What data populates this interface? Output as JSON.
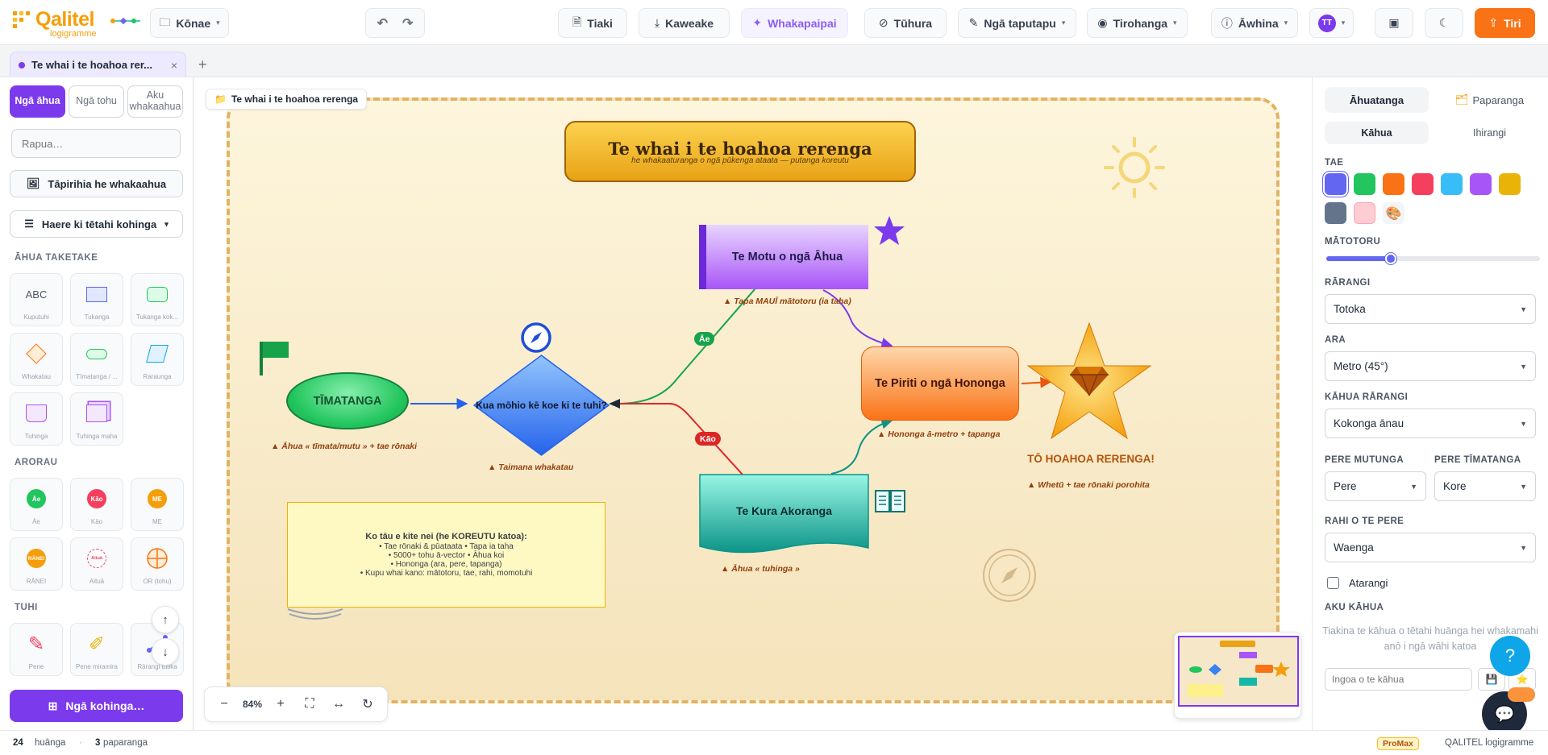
{
  "app": {
    "brand": "Qalitel",
    "brand_sub": "logigramme",
    "footer_brand": "QALITEL logigramme",
    "plan_badge": "ProMax"
  },
  "toolbar": {
    "folders": "Kōnae",
    "save": "Tiaki",
    "download": "Kaweake",
    "ai": "Whakapaipai",
    "check": "Tūhura",
    "edit": "Ngā taputapu",
    "view": "Tirohanga",
    "help": "Āwhina",
    "avatar_initials": "TT",
    "share": "Tiri"
  },
  "tabs": [
    {
      "label": "Te whai i te hoahoa rer..."
    }
  ],
  "left": {
    "segments": [
      "Ngā āhua",
      "Ngā tohu",
      "Aku whakaahua"
    ],
    "search_placeholder": "Rapua…",
    "import_image": "Tāpirihia he whakaahua",
    "goto": "Haere ki tētahi kohinga",
    "section_basic": "ĀHUA TAKETAKE",
    "basic_tiles": [
      {
        "label": "Kuputuhi",
        "glyph": "ABC"
      },
      {
        "label": "Tukanga"
      },
      {
        "label": "Tukanga kok..."
      },
      {
        "label": "Whakatau"
      },
      {
        "label": "Tīmatanga / ..."
      },
      {
        "label": "Raraunga"
      },
      {
        "label": "Tuhinga"
      },
      {
        "label": "Tuhinga maha"
      }
    ],
    "section_logic": "ARORAU",
    "logic_tiles": [
      {
        "label": "Āe",
        "glyph": "Āe"
      },
      {
        "label": "Kāo",
        "glyph": "Kāo"
      },
      {
        "label": "ME",
        "glyph": "ME"
      },
      {
        "label": "RĀNEI",
        "glyph": "RĀNEI"
      },
      {
        "label": "Aituā",
        "glyph": "Aituā"
      },
      {
        "label": "OR (tohu)"
      }
    ],
    "section_draw": "TUHI",
    "draw_tiles": [
      {
        "label": "Pene"
      },
      {
        "label": "Pene miramira"
      },
      {
        "label": "Rārangi tūtika"
      }
    ],
    "more_shapes": "Ngā kohinga…"
  },
  "canvas": {
    "frame_label": "Te whai i te hoahoa rerenga",
    "title": "Te whai i te hoahoa rerenga",
    "subtitle": "he whakaaturanga o ngā pūkenga ataata — putanga koreutu",
    "nodes": {
      "start": "TĪMATANGA",
      "decision": "Kua mōhio kē koe ki te tuhi?",
      "island": "Te Motu o ngā Āhua",
      "bridge": "Te Piriti o ngā Hononga",
      "school": "Te Kura Akoranga",
      "end": "TŌ HOAHOA RERENGA!"
    },
    "captions": {
      "start": "▲ Āhua « tīmata/mutu » + tae rōnaki",
      "decision": "▲ Taimana whakatau",
      "island": "▲ Tapa MAUĪ mātotoru (ia taha)",
      "bridge": "▲ Hononga ā-metro + tapanga",
      "school": "▲ Āhua « tuhinga »",
      "end": "▲ Whetū + tae rōnaki porohita"
    },
    "edge_labels": {
      "yes": "Āe",
      "no": "Kāo"
    },
    "note": {
      "heading": "Ko tāu e kite nei (he KOREUTU katoa):",
      "lines": [
        "• Tae rōnaki & pūataata • Tapa ia taha",
        "• 5000+ tohu ā-vector • Āhua koi",
        "• Hononga (ara, pere, tapanga)",
        "• Kupu whai kano: mātotoru, tae, rahi, momotuhi"
      ]
    },
    "zoom": "84%"
  },
  "right": {
    "tabs": [
      "Āhuatanga",
      "Paparanga"
    ],
    "subtabs": [
      "Kāhua",
      "Ihirangi"
    ],
    "color_label": "TAE",
    "colors": [
      "#6366f1",
      "#22c55e",
      "#f97316",
      "#f43f5e",
      "#38bdf8",
      "#a855f7",
      "#eab308",
      "#64748b",
      "#fecdd3"
    ],
    "thickness_label": "MĀTOTORU",
    "thickness_value": 0.3,
    "line_label": "RĀRANGI",
    "line_value": "Totoka",
    "path_label": "ARA",
    "path_value": "Metro (45°)",
    "style_label": "KĀHUA RĀRANGI",
    "style_value": "Kokonga ānau",
    "end_arrow_label": "PERE MUTUNGA",
    "end_arrow_value": "Pere",
    "start_arrow_label": "PERE TĪMATANGA",
    "start_arrow_value": "Kore",
    "arrow_size_label": "RAHI O TE PERE",
    "arrow_size_value": "Waenga",
    "animated_label": "Atarangi",
    "my_styles_label": "AKU KĀHUA",
    "my_styles_help": "Tiakina te kāhua o tētahi huānga hei whakamahi anō i ngā wāhi katoa",
    "style_name_placeholder": "Ingoa o te kāhua"
  },
  "status": {
    "elements_count": "24",
    "elements_label": "huānga",
    "layers_count": "3",
    "layers_label": "paparanga"
  }
}
